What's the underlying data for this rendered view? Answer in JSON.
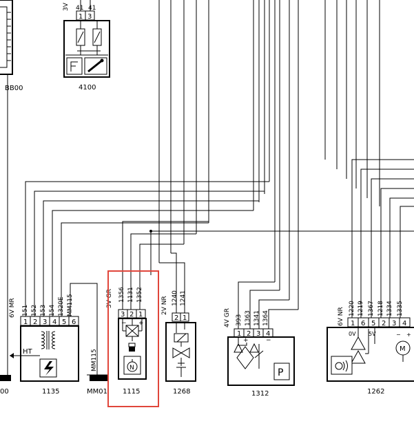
{
  "components": {
    "bb00": {
      "label": "BB00"
    },
    "c4100": {
      "label": "4100",
      "connector": "3V",
      "pins": [
        "1",
        "3"
      ],
      "wires": [
        "41",
        "41"
      ]
    },
    "c1135": {
      "label": "1135",
      "connector": "6V MR",
      "pins": [
        "1",
        "2",
        "3",
        "4",
        "5",
        "6"
      ],
      "wires": [
        "151",
        "152",
        "153",
        "154",
        "1320E",
        "MM115"
      ],
      "ht": "HT"
    },
    "mm01": {
      "label": "MM01",
      "wire": "MM115"
    },
    "c1115": {
      "label": "1115",
      "connector": "3V GR",
      "pins": [
        "3",
        "2",
        "1"
      ],
      "wires": [
        "1356",
        "1131",
        "1352"
      ]
    },
    "c1268": {
      "label": "1268",
      "connector": "2V NR",
      "pins": [
        "2",
        "1"
      ],
      "wires": [
        "1240",
        "1241"
      ]
    },
    "c1312": {
      "label": "1312",
      "connector": "4V GR",
      "pins": [
        "1",
        "2",
        "3",
        "4"
      ],
      "wires": [
        "393",
        "1363",
        "1341",
        "1364"
      ],
      "symbol": "P"
    },
    "c1262": {
      "label": "1262",
      "connector": "6V NR",
      "pins": [
        "1",
        "6",
        "5",
        "2",
        "3",
        "4"
      ],
      "wires": [
        "1220",
        "1219",
        "1367",
        "1218",
        "1334",
        "1335"
      ],
      "marks": [
        "0V",
        "5V"
      ]
    },
    "left_edge": {
      "label": "00"
    }
  },
  "highlight": {
    "color": "#e0453a"
  }
}
